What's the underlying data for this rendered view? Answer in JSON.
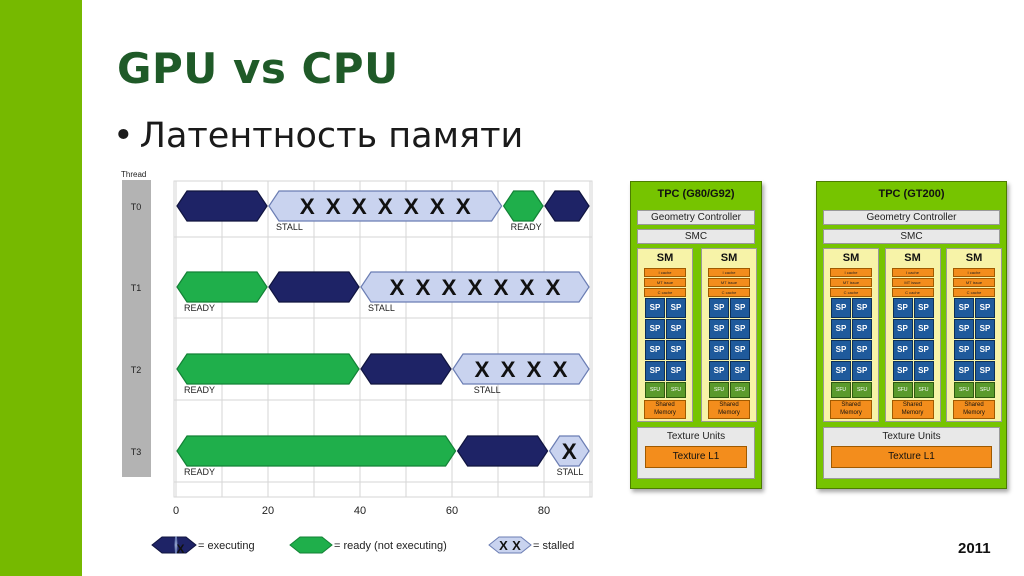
{
  "slide": {
    "title": "GPU vs CPU",
    "bullet": "Латентность памяти",
    "year": "2011"
  },
  "timeline": {
    "thread_label": "Thread",
    "threads": [
      "T0",
      "T1",
      "T2",
      "T3"
    ],
    "x_ticks": [
      "0",
      "20",
      "40",
      "60",
      "80"
    ],
    "x_range": [
      0,
      90
    ],
    "rows": [
      {
        "thread": "T0",
        "segments": [
          {
            "type": "executing",
            "start": 0,
            "end": 20
          },
          {
            "type": "stalled",
            "start": 20,
            "end": 71,
            "marks": "XXXXXXX"
          },
          {
            "type": "ready",
            "start": 71,
            "end": 80
          },
          {
            "type": "executing",
            "start": 80,
            "end": 90
          }
        ],
        "labels": [
          {
            "text": "STALL",
            "at": 20
          },
          {
            "text": "READY",
            "at": 71
          }
        ]
      },
      {
        "thread": "T1",
        "segments": [
          {
            "type": "ready",
            "start": 0,
            "end": 20
          },
          {
            "type": "executing",
            "start": 20,
            "end": 40
          },
          {
            "type": "stalled",
            "start": 40,
            "end": 90,
            "marks": "XXXXXXX"
          }
        ],
        "labels": [
          {
            "text": "READY",
            "at": 0
          },
          {
            "text": "STALL",
            "at": 40
          }
        ]
      },
      {
        "thread": "T2",
        "segments": [
          {
            "type": "ready",
            "start": 0,
            "end": 40
          },
          {
            "type": "executing",
            "start": 40,
            "end": 60
          },
          {
            "type": "stalled",
            "start": 60,
            "end": 90,
            "marks": "XXXX"
          }
        ],
        "labels": [
          {
            "text": "READY",
            "at": 0
          },
          {
            "text": "STALL",
            "at": 63
          }
        ]
      },
      {
        "thread": "T3",
        "segments": [
          {
            "type": "ready",
            "start": 0,
            "end": 61
          },
          {
            "type": "executing",
            "start": 61,
            "end": 81
          },
          {
            "type": "stalled",
            "start": 81,
            "end": 90,
            "marks": "X"
          }
        ],
        "labels": [
          {
            "text": "READY",
            "at": 0
          },
          {
            "text": "STALL",
            "at": 81
          }
        ]
      }
    ],
    "legend": [
      {
        "type": "executing",
        "text": "= executing"
      },
      {
        "type": "ready",
        "text": "= ready (not executing)"
      },
      {
        "type": "stalled",
        "text": "= stalled",
        "marks": "XX"
      }
    ],
    "colors": {
      "executing": "#1e2366",
      "ready": "#1faf4b",
      "stalled": "#c9d3ef",
      "stalled_border": "#6b7db3",
      "grid": "#d6d6d6",
      "axis_bar": "#b3b3b3"
    }
  },
  "tpc_g80": {
    "title": "TPC (G80/G92)",
    "geometry": "Geometry Controller",
    "smc": "SMC",
    "sm_label": "SM",
    "icache": "I cache",
    "mt_issue": "MT issue",
    "ccache": "C cache",
    "sp": "SP",
    "sfu": "SFU",
    "shared": [
      "Shared",
      "Memory"
    ],
    "texture_units": "Texture Units",
    "texture_l1": "Texture L1"
  },
  "tpc_gt200": {
    "title": "TPC (GT200)",
    "geometry": "Geometry Controller",
    "smc": "SMC",
    "sm_label": "SM",
    "icache": "I cache",
    "mt_issue": "MT issue",
    "ccache": "C cache",
    "sp": "SP",
    "sfu": "SFU",
    "shared": [
      "Shared",
      "Memory"
    ],
    "texture_units": "Texture Units",
    "texture_l1": "Texture L1"
  }
}
